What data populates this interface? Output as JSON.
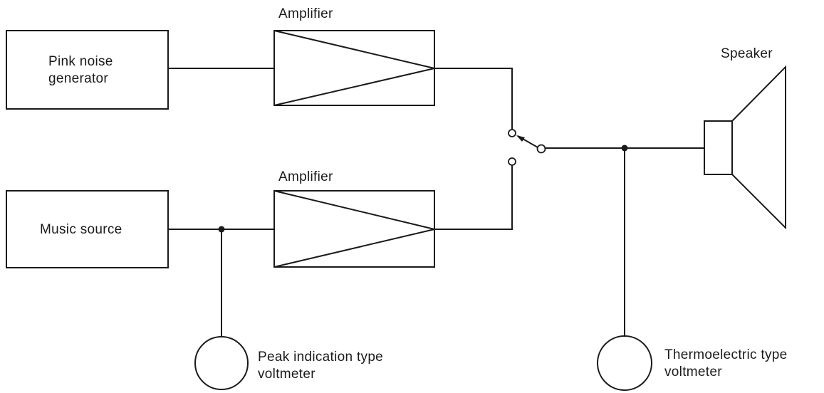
{
  "blocks": {
    "pink_noise_line1": "Pink noise",
    "pink_noise_line2": "generator",
    "music_source": "Music source",
    "amplifier_top": "Amplifier",
    "amplifier_bottom": "Amplifier",
    "speaker": "Speaker",
    "peak_meter_line1": "Peak indication type",
    "peak_meter_line2": "voltmeter",
    "thermo_meter_line1": "Thermoelectric type",
    "thermo_meter_line2": "voltmeter"
  },
  "colors": {
    "line": "#1a1a1a",
    "background": "#ffffff"
  }
}
